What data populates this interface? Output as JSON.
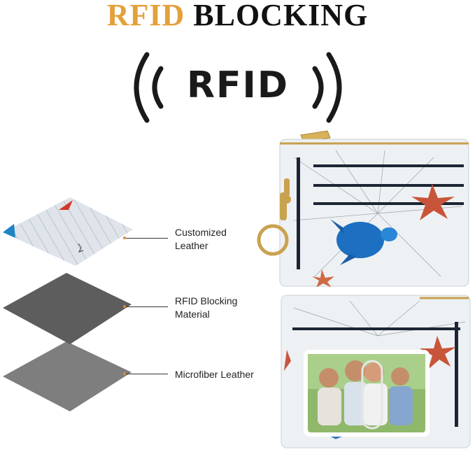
{
  "title": {
    "part1": "RFID",
    "part2": "BLOCKING"
  },
  "badge": {
    "text": "RFID"
  },
  "layers": [
    {
      "label": "Customized\nLeather",
      "line1": "Customized",
      "line2": "Leather"
    },
    {
      "label": "RFID Blocking\nMaterial",
      "line1": "RFID Blocking",
      "line2": "Material"
    },
    {
      "label": "Microfiber Leather",
      "line1": "Microfiber Leather",
      "line2": ""
    }
  ],
  "colors": {
    "title_accent": "#e3a13a",
    "title_dark": "#111111",
    "layer_mid": "#5d5d5d",
    "layer_bottom": "#7e7e7e",
    "accent_dot": "#e08a30"
  },
  "icons": [
    "signal-waves-left-icon",
    "signal-waves-right-icon"
  ]
}
